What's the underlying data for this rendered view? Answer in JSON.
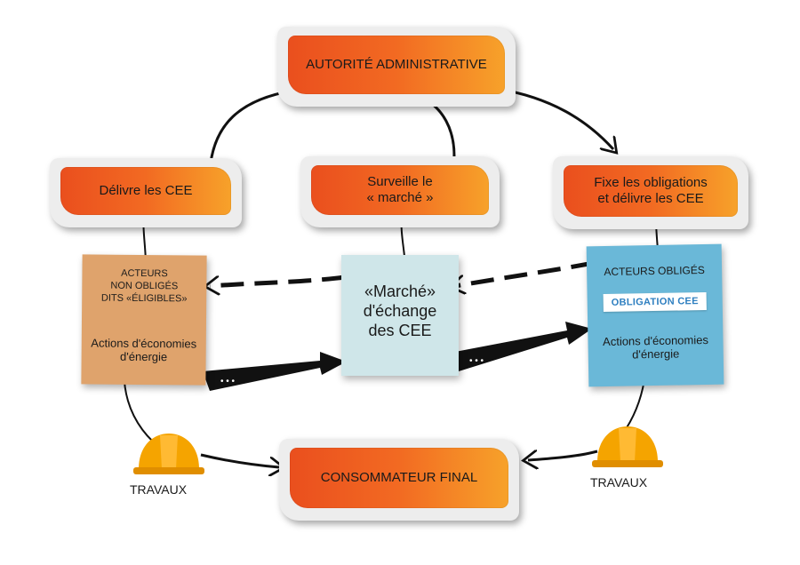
{
  "boxes": {
    "autorite": "AUTORITÉ ADMINISTRATIVE",
    "delivre": "Délivre les CEE",
    "surveille": "Surveille le\n« marché »",
    "fixe": "Fixe les obligations\net délivre les CEE",
    "consommateur": "CONSOMMATEUR FINAL"
  },
  "notes": {
    "left": {
      "heading": "ACTEURS\nNON OBLIGÉS\nDITS «ÉLIGIBLES»",
      "actions": "Actions d'économies\nd'énergie"
    },
    "middle": {
      "text": "«Marché»\nd'échange\ndes CEE"
    },
    "right": {
      "heading": "ACTEURS OBLIGÉS",
      "badge": "OBLIGATION CEE",
      "actions": "Actions d'économies\nd'énergie"
    }
  },
  "travaux": {
    "left": "TRAVAUX",
    "right": "TRAVAUX"
  },
  "colors": {
    "orange_start": "#ea4f1e",
    "orange_end": "#f7a22a",
    "note_left": "#dfa36c",
    "note_middle": "#cfe6e9",
    "note_right": "#6ab8d8",
    "helmet": "#f5a400",
    "arrow": "#111111"
  },
  "icons": [
    "hard-hat-icon",
    "hard-hat-icon"
  ]
}
